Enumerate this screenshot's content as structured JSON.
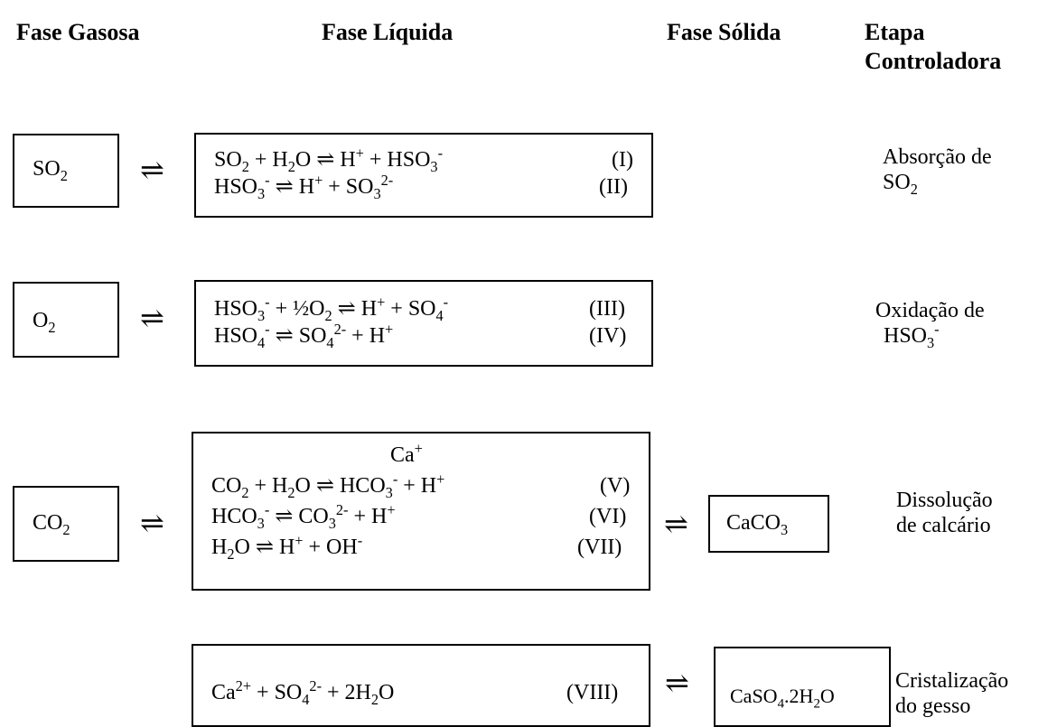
{
  "headers": {
    "gas": "Fase Gasosa",
    "liquid": "Fase Líquida",
    "solid": "Fase Sólida",
    "step_line1": "Etapa",
    "step_line2": "Controladora"
  },
  "equilibrium_symbol": "⇌",
  "rows": [
    {
      "gas_species": "SO<sub>2</sub>",
      "equations": [
        {
          "eq": "SO<sub>2</sub> + H<sub>2</sub>O ⇌ H<sup>+</sup> + HSO<sub>3</sub><sup>-</sup>",
          "label": "(I)"
        },
        {
          "eq": "HSO<sub>3</sub><sup>-</sup> ⇌ H<sup>+</sup> + SO<sub>3</sub><sup>2-</sup>",
          "label": "(II)"
        }
      ],
      "step_line1": "Absorção de",
      "step_line2": "SO<sub>2</sub>"
    },
    {
      "gas_species": "O<sub>2</sub>",
      "equations": [
        {
          "eq": "HSO<sub>3</sub><sup>-</sup> + ½O<sub>2</sub> ⇌ H<sup>+</sup> + SO<sub>4</sub><sup>-</sup>",
          "label": "(III)"
        },
        {
          "eq": "HSO<sub>4</sub><sup>-</sup> ⇌ SO<sub>4</sub><sup>2-</sup> + H<sup>+</sup>",
          "label": "(IV)"
        }
      ],
      "step_line1": "Oxidação de",
      "step_line2": "HSO<sub>3</sub><sup>-</sup>"
    },
    {
      "gas_species": "CO<sub>2</sub>",
      "top_ion": "Ca<sup>+</sup>",
      "equations": [
        {
          "eq": "CO<sub>2</sub> + H<sub>2</sub>O ⇌ HCO<sub>3</sub><sup>-</sup> + H<sup>+</sup>",
          "label": "(V)"
        },
        {
          "eq": "HCO<sub>3</sub><sup>-</sup> ⇌ CO<sub>3</sub><sup>2-</sup> + H<sup>+</sup>",
          "label": "(VI)"
        },
        {
          "eq": "H<sub>2</sub>O ⇌ H<sup>+</sup> + OH<sup>-</sup>",
          "label": "(VII)"
        }
      ],
      "solid_species": "CaCO<sub>3</sub>",
      "step_line1": "Dissolução",
      "step_line2": "de calcário"
    },
    {
      "equations": [
        {
          "eq": "Ca<sup>2+</sup> + SO<sub>4</sub><sup>2-</sup> + 2H<sub>2</sub>O",
          "label": "(VIII)"
        }
      ],
      "solid_species": "CaSO<sub>4</sub>.2H<sub>2</sub>O",
      "step_line1": "Cristalização",
      "step_line2": "do gesso"
    }
  ]
}
